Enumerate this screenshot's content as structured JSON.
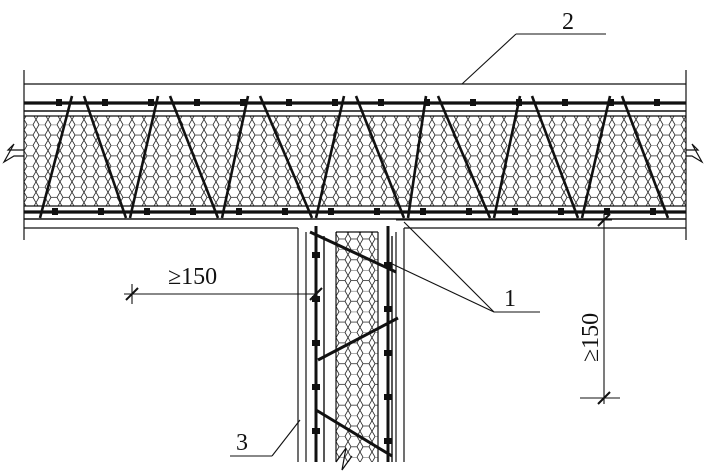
{
  "callouts": {
    "c1": "1",
    "c2": "2",
    "c3": "3"
  },
  "dimensions": {
    "horizontal": "≥150",
    "vertical": "≥150"
  },
  "colors": {
    "ink": "#111111",
    "background": "#ffffff"
  }
}
